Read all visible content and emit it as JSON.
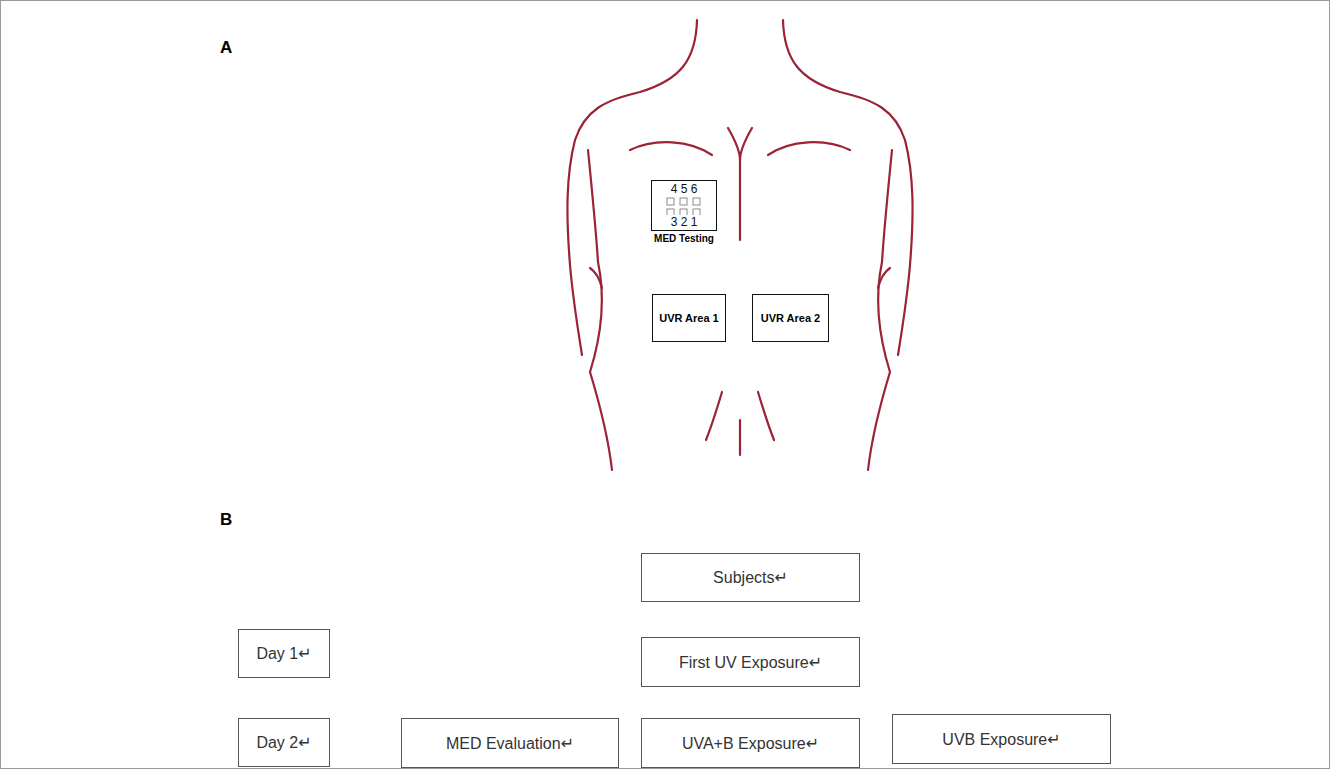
{
  "diagram": {
    "nodes": [
      {
        "text": [
          "4 5 6",
          "3 2 1",
          "MED Testing"
        ]
      },
      {
        "text": [
          "UVR Area 1"
        ]
      },
      {
        "text": [
          "UVR Area 2"
        ]
      },
      {
        "text": [
          "Subjects↵"
        ]
      },
      {
        "text": [
          "Day 1↵"
        ]
      },
      {
        "text": [
          "First UV Exposure↵"
        ]
      },
      {
        "text": [
          "Day 2↵"
        ]
      },
      {
        "text": [
          "MED Evaluation↵"
        ]
      },
      {
        "text": [
          "UVA+B Exposure↵"
        ]
      },
      {
        "text": [
          "UVB Exposure↵"
        ]
      }
    ],
    "labels": [
      "A",
      "B"
    ]
  }
}
